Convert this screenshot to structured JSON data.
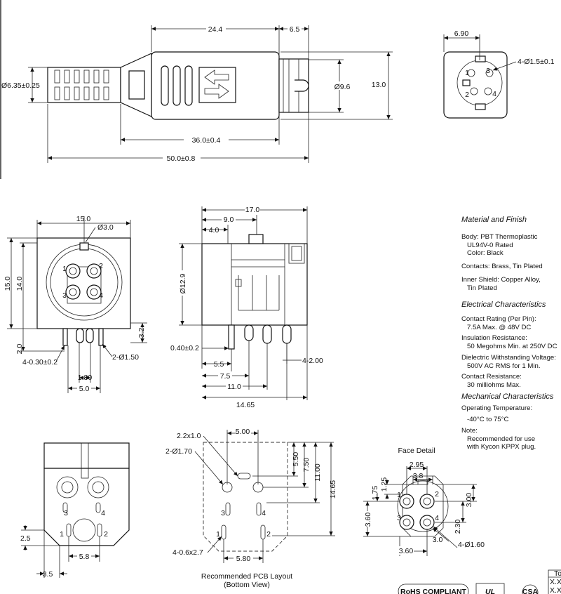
{
  "top_view": {
    "dims": {
      "d_24_4": "24.4",
      "d_6_5": "6.5",
      "d_6_35": "Ø6.35±0.25",
      "d_9_6": "Ø9.6",
      "d_13": "13.0",
      "d_36": "36.0±0.4",
      "d_50": "50.0±0.8"
    }
  },
  "plug_face": {
    "dims": {
      "d_6_90": "6.90",
      "d_hole": "4-Ø1.5±0.1"
    },
    "pins": [
      "1",
      "2",
      "3",
      "4"
    ]
  },
  "front_view": {
    "dims": {
      "w15": "15.0",
      "d3": "Ø3.0",
      "h15": "15.0",
      "h14": "14.0",
      "h2": "2.0",
      "h3_2": "3.2",
      "t030": "4-0.30±0.2",
      "d150": "2-Ø1.50",
      "w180": "1.80",
      "w50": "5.0"
    },
    "pins": [
      "1",
      "2",
      "3",
      "4"
    ]
  },
  "side_view": {
    "dims": {
      "w17": "17.0",
      "w9": "9.0",
      "w4": "4.0",
      "d129": "Ø12.9",
      "t040": "0.40±0.2",
      "w5_5": "5.5",
      "w7_5": "7.5",
      "w11": "11.0",
      "w1465": "14.65",
      "d4_2": "4-2.00"
    }
  },
  "bottom_view": {
    "dims": {
      "h2_5": "2.5",
      "w5_8": "5.8",
      "w3_5": "3.5"
    },
    "pins": [
      "3",
      "4",
      "1",
      "2"
    ]
  },
  "pcb_layout": {
    "dims": {
      "s22": "2.2x1.0",
      "d170": "2-Ø1.70",
      "w500": "5.00",
      "v550": "5.50",
      "v750": "7.50",
      "v1100": "11.00",
      "v1465": "14.65",
      "slot": "4-0.6x2.7",
      "w580": "5.80"
    },
    "pins": [
      "3",
      "4",
      "1",
      "2"
    ],
    "caption_line1": "Recommended PCB Layout",
    "caption_line2": "(Bottom View)"
  },
  "face_detail": {
    "title": "Face Detail",
    "dims": {
      "w295": "2.95",
      "w38": "3.8",
      "v125": "1.25",
      "v175": "1.75",
      "v300": "3.00",
      "v360": "3.60",
      "v230": "2.30",
      "w30": "3.0",
      "d160": "4-Ø1.60",
      "w360": "3.60"
    },
    "pins": [
      "1",
      "2",
      "3",
      "4"
    ]
  },
  "specs": {
    "material_title": "Material and Finish",
    "body": [
      "Body: PBT Thermoplastic",
      "UL94V-0 Rated",
      "Color: Black"
    ],
    "contacts": "Contacts: Brass, Tin Plated",
    "inner_shield": [
      "Inner Shield: Copper Alloy,",
      "Tin Plated"
    ],
    "electrical_title": "Electrical Characteristics",
    "contact_rating": [
      "Contact Rating (Per Pin):",
      "7.5A Max. @ 48V DC"
    ],
    "insulation": [
      "Insulation Resistance:",
      "50 Megohms Min. at 250V DC"
    ],
    "dielectric": [
      "Dielectric Withstanding Voltage:",
      "500V AC RMS for 1 Min."
    ],
    "contact_resistance": [
      "Contact Resistance:",
      "30 milliohms Max."
    ],
    "mechanical_title": "Mechanical Characteristics",
    "operating_temp": [
      "Operating Temperature:",
      "-40°C to 75°C"
    ],
    "note": [
      "Note:",
      "Recommended for use",
      "with Kycon KPPX plug."
    ]
  },
  "footer": {
    "rohs": "RoHS COMPLIANT",
    "ul": "UL",
    "csa": "CSA",
    "tol_title": "To",
    "tol_1": "X.X",
    "tol_2": "X.X"
  }
}
